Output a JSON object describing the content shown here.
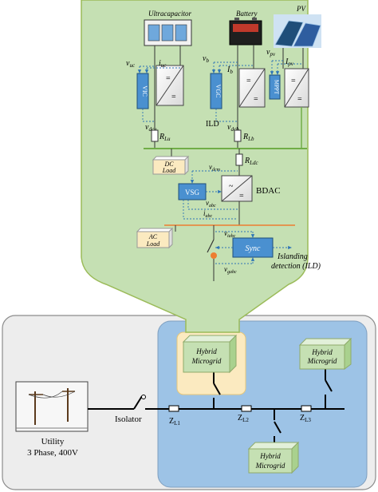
{
  "components": {
    "ultracapacitor": "Ultracapacitor",
    "battery": "Battery",
    "pv": "PV",
    "vic_uc": "VIC",
    "vgc_b": "VGC",
    "mppt": "MPPT",
    "ild_label": "ILD",
    "dc_load": [
      "DC",
      "Load"
    ],
    "vsg": "VSG",
    "bdac": "BDAC",
    "ac_load": [
      "AC",
      "Load"
    ],
    "sync": "Sync",
    "islanding": [
      "Islanding",
      "detection (ILD)"
    ]
  },
  "symbols": {
    "v_uc": "v",
    "v_uc_sub": "uc",
    "i_uc": "i",
    "i_uc_sub": "uc",
    "v_dcu": "v",
    "v_dcu_sub": "dcu",
    "v_b": "v",
    "v_b_sub": "b",
    "i_b": "I",
    "i_b_sub": "b",
    "v_dcb": "v",
    "v_dcb_sub": "dcb",
    "v_pv": "v",
    "v_pv_sub": "pv",
    "i_pv": "I",
    "i_pv_sub": "pv",
    "r_lu": "R",
    "r_lu_sub": "Lu",
    "r_lb": "R",
    "r_lb_sub": "Lb",
    "r_ldc": "R",
    "r_ldc_sub": "Ldc",
    "v_dcm": "v",
    "v_dcm_sub": "dcm",
    "v_abc": "v",
    "v_abc_sub": "abc",
    "i_abc": "i",
    "i_abc_sub": "abc",
    "v_iabc": "v",
    "v_iabc_sub": "iabc",
    "v_gabc": "v",
    "v_gabc_sub": "gabc"
  },
  "grid": {
    "utility": [
      "Utility",
      "3 Phase, 400V"
    ],
    "isolator": "Isolator",
    "zl1": "Z",
    "zl1_sub": "L1",
    "zl2": "Z",
    "zl2_sub": "L2",
    "zl3": "Z",
    "zl3_sub": "L3",
    "hybrid": [
      "Hybrid",
      "Microgrid"
    ]
  },
  "colors": {
    "zoom_fill": "#c5e0b3",
    "zoom_stroke": "#9bbb59",
    "panel_fill": "#ededed",
    "region_fill": "#9dc3e6",
    "highlight_fill": "#fbeac0",
    "controller_blue": "#4a90d0",
    "bus_green": "#70ad47",
    "signal_blue": "#2e75b6",
    "ac_orange": "#ed7d31"
  }
}
